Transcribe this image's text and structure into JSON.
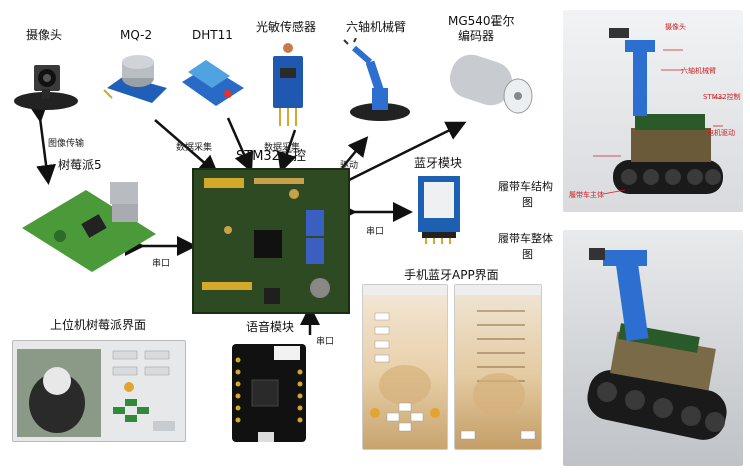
{
  "labels": {
    "camera": "摄像头",
    "mq2": "MQ-2",
    "dht11": "DHT11",
    "light_sensor": "光敏传感器",
    "arm": "六轴机械臂",
    "motor_line1": "MG540霍尔",
    "motor_line2": "编码器",
    "raspberry": "树莓派5",
    "stm32": "STM32主控",
    "bluetooth": "蓝牙模块",
    "voice": "语音模块",
    "app_title": "手机蓝牙APP界面",
    "pc_ui": "上位机树莓派界面",
    "structure_line1": "履带车结构",
    "structure_line2": "图",
    "whole_line1": "履带车整体",
    "whole_line2": "图"
  },
  "edges": {
    "image_transfer": "图像传输",
    "data_collect_1": "数据采集",
    "data_collect_2": "数据采集",
    "drive": "驱动",
    "serial_1": "串口",
    "serial_2": "串口",
    "serial_3": "串口"
  },
  "annotations": {
    "cam": "摄像头",
    "arm": "六轴机械臂",
    "stm": "STM32控制",
    "motor": "电机驱动",
    "track": "履带车主体"
  },
  "colors": {
    "arrow": "#111111",
    "pcb": "#2e4a22",
    "raspi": "#4a8a3a",
    "bluetooth_blue": "#1d5fb0",
    "robot_blue": "#2d6fd1",
    "annotation_red": "#cc2222"
  }
}
